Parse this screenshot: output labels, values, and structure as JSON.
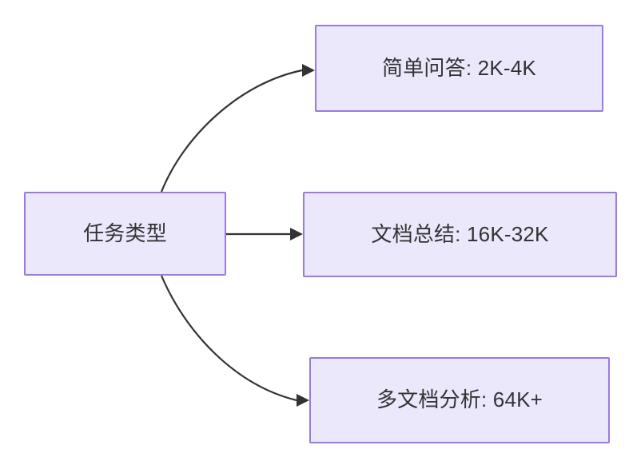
{
  "diagram": {
    "type": "flowchart",
    "direction": "left-to-right",
    "background_color": "#ffffff",
    "node_fill_color": "#ece8fc",
    "node_border_color": "#9a7ae0",
    "edge_color": "#333333",
    "text_color": "#333333",
    "nodes": [
      {
        "id": "source",
        "label": "任务类型",
        "role": "root"
      },
      {
        "id": "simple-qa",
        "label": "简单问答: 2K-4K",
        "role": "leaf"
      },
      {
        "id": "doc-summary",
        "label": "文档总结: 16K-32K",
        "role": "leaf"
      },
      {
        "id": "multidoc",
        "label": "多文档分析: 64K+",
        "role": "leaf"
      }
    ],
    "edges": [
      {
        "id": "edge-source-to-simple-qa",
        "from": "source",
        "to": "simple-qa",
        "style": "curved",
        "arrow": "single"
      },
      {
        "id": "edge-source-to-doc-summary",
        "from": "source",
        "to": "doc-summary",
        "style": "straight",
        "arrow": "single"
      },
      {
        "id": "edge-source-to-multidoc",
        "from": "source",
        "to": "multidoc",
        "style": "curved",
        "arrow": "single"
      }
    ]
  }
}
